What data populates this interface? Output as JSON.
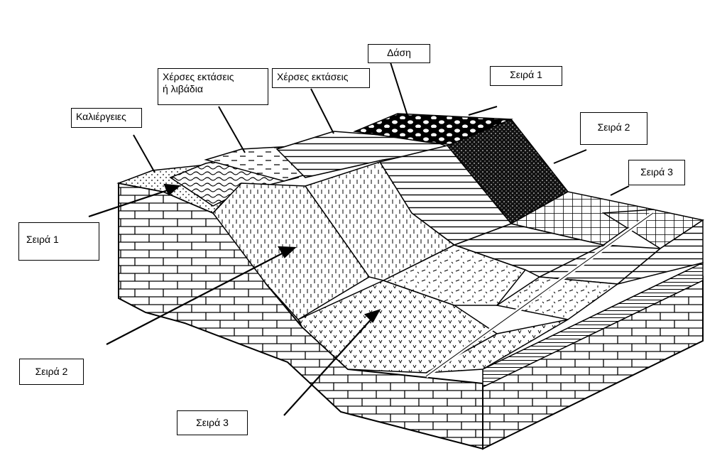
{
  "labels": {
    "kalliergeies": "Καλιέργειες",
    "xerses_livadia_line1": "Χέρσες εκτάσεις",
    "xerses_livadia_line2": "ή λιβάδια",
    "xerses": "Χέρσες εκτάσεις",
    "dasi": "Δάση",
    "seira1_right": "Σειρά 1",
    "seira2_right": "Σειρά 2",
    "seira3_right": "Σειρά 3",
    "seira1_left": "Σειρά 1",
    "seira2_left": "Σειρά 2",
    "seira3_left": "Σειρά 3"
  },
  "colors": {
    "ink": "#000000",
    "paper": "#ffffff"
  }
}
